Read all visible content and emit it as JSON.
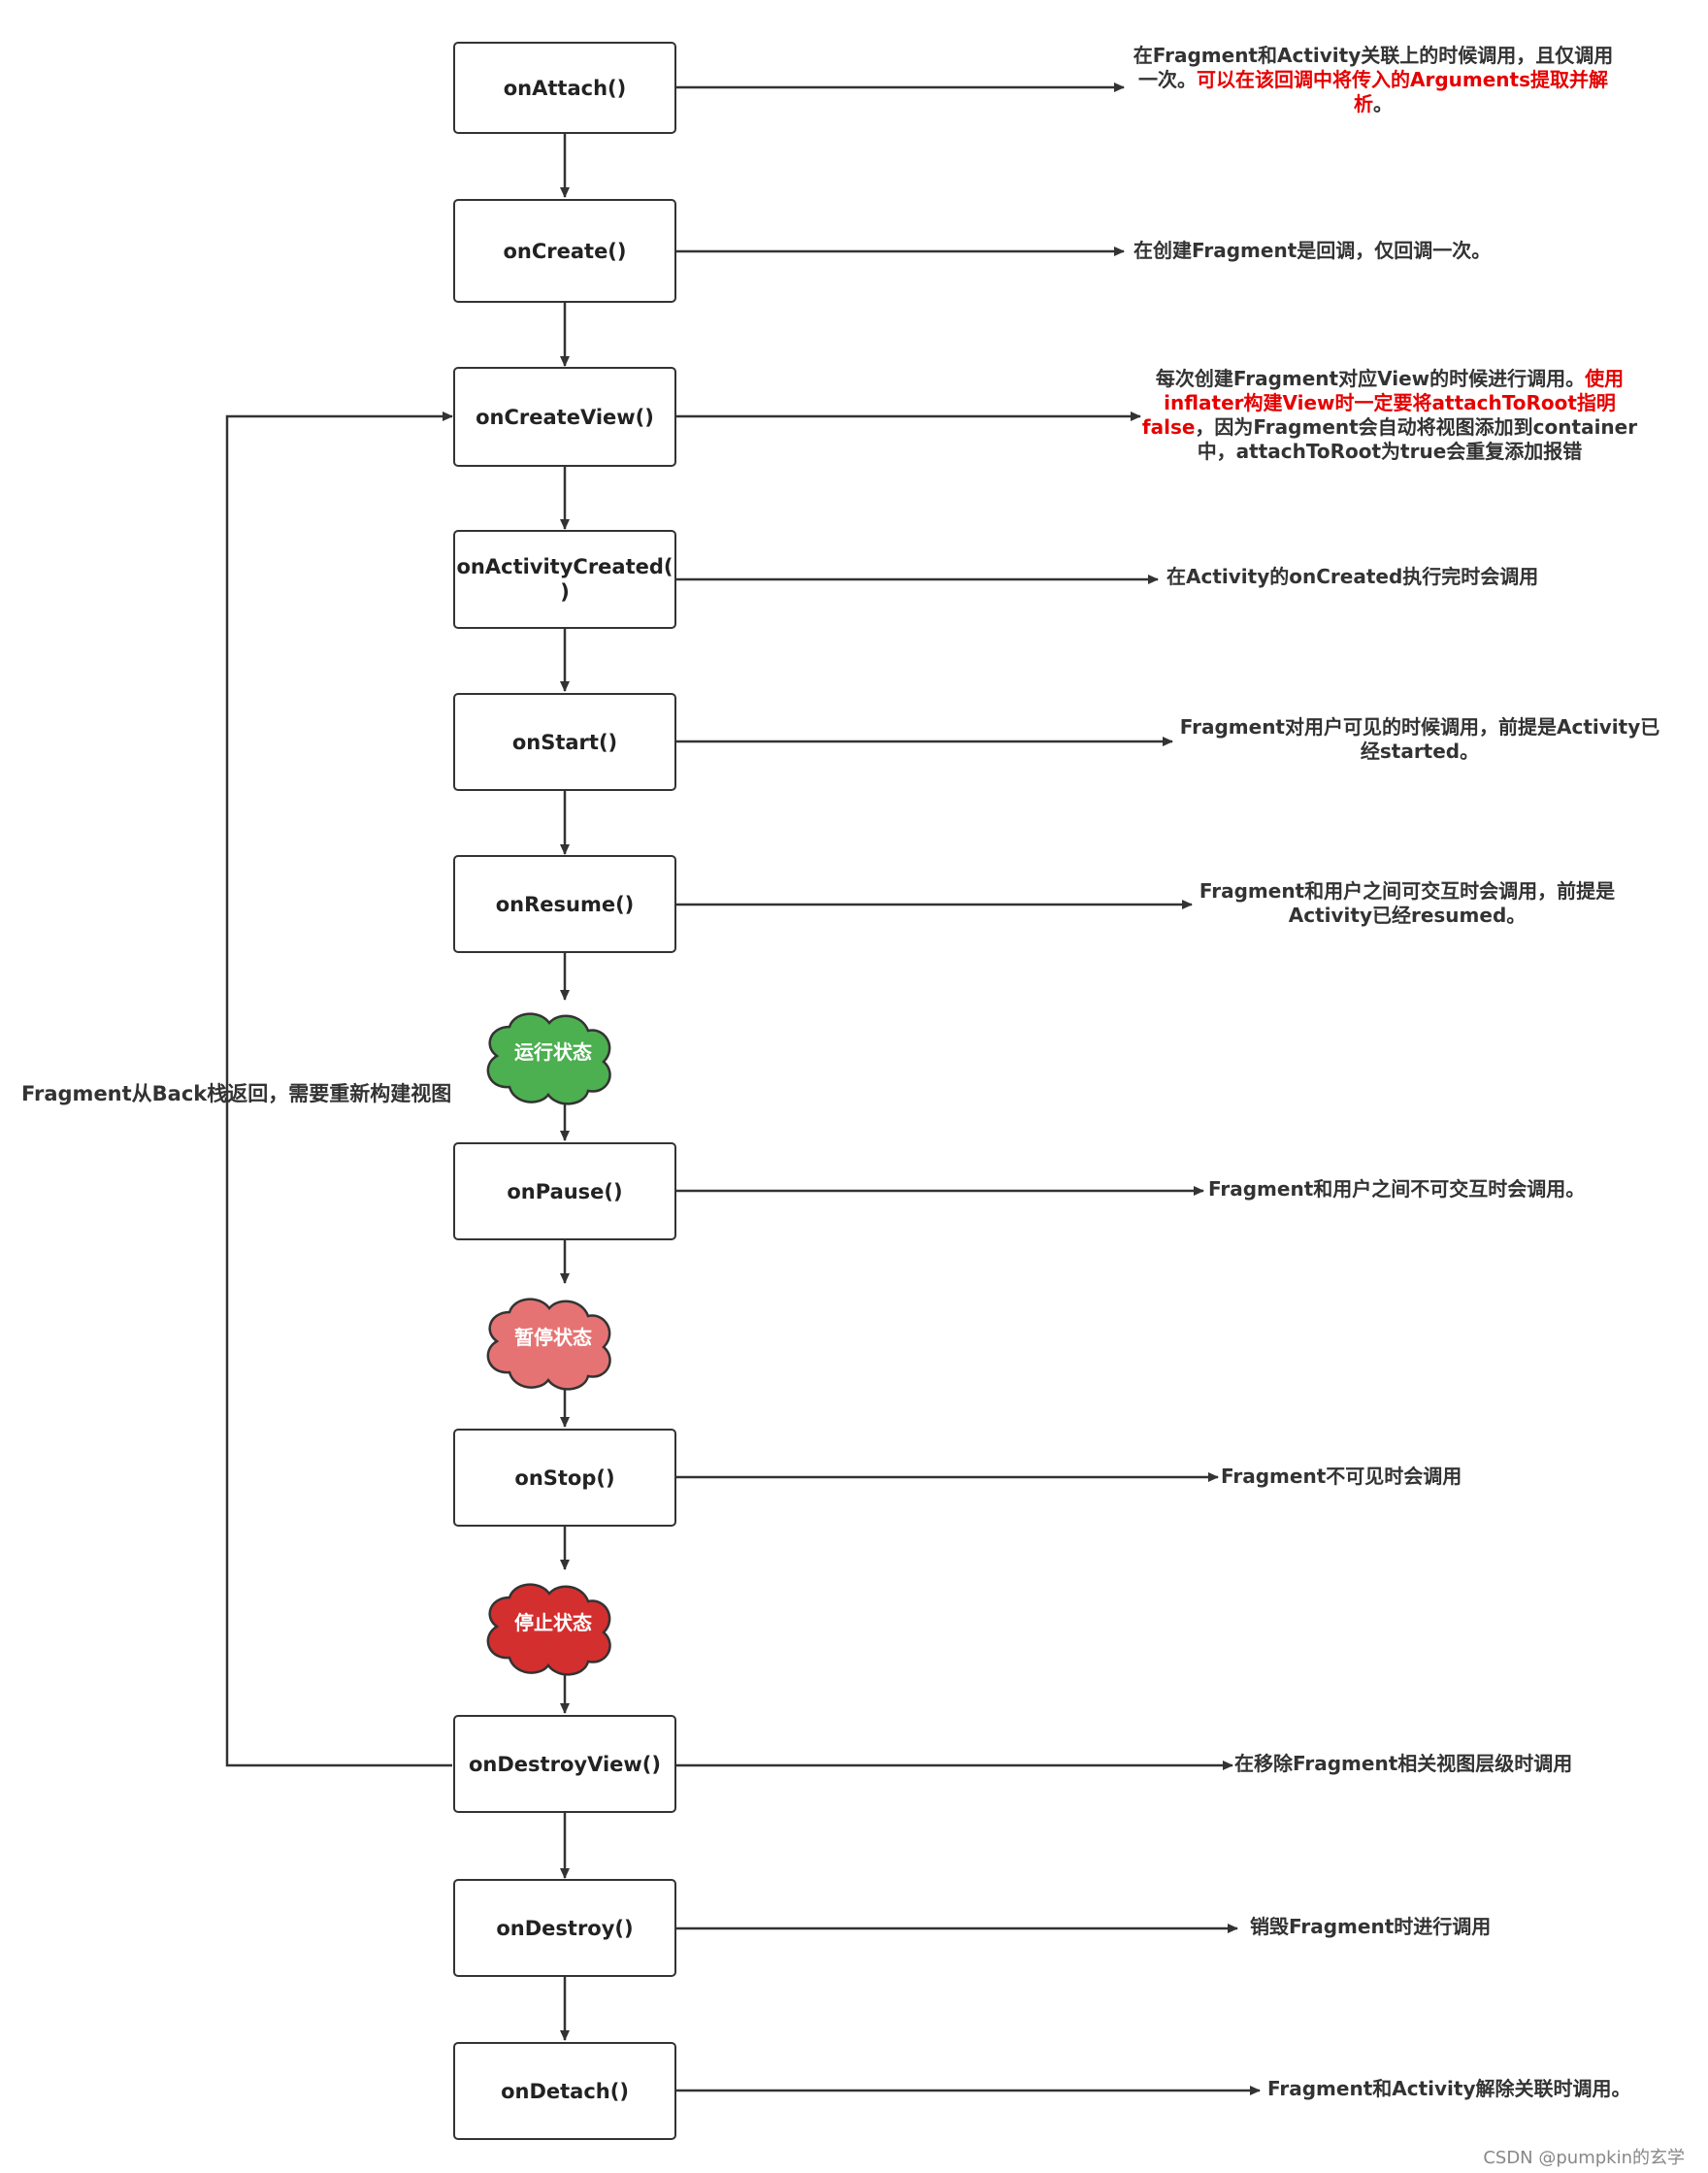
{
  "nodes": [
    {
      "id": "onAttach",
      "label": "onAttach()"
    },
    {
      "id": "onCreate",
      "label": "onCreate()"
    },
    {
      "id": "onCreateView",
      "label": "onCreateView()"
    },
    {
      "id": "onActivityCreated",
      "label": "onActivityCreated( )"
    },
    {
      "id": "onStart",
      "label": "onStart()"
    },
    {
      "id": "onResume",
      "label": "onResume()"
    },
    {
      "id": "onPause",
      "label": "onPause()"
    },
    {
      "id": "onStop",
      "label": "onStop()"
    },
    {
      "id": "onDestroyView",
      "label": "onDestroyView()"
    },
    {
      "id": "onDestroy",
      "label": "onDestroy()"
    },
    {
      "id": "onDetach",
      "label": "onDetach()"
    }
  ],
  "states": [
    {
      "label": "运行状态",
      "color": "#4caf50"
    },
    {
      "label": "暂停状态",
      "color": "#e57373"
    },
    {
      "label": "停止状态",
      "color": "#d32f2f"
    }
  ],
  "descriptions": {
    "onAttach": {
      "normal": "在Fragment和Activity关联上的时候调用，且仅调用一次。",
      "highlight": "可以在该回调中将传入的Arguments提取并解析",
      "tail": "。"
    },
    "onCreate": "在创建Fragment是回调，仅回调一次。",
    "onCreateView": {
      "normal": "每次创建Fragment对应View的时候进行调用。",
      "highlight": "使用inflater构建View时一定要将attachToRoot指明false",
      "tail": "，因为Fragment会自动将视图添加到container中，attachToRoot为true会重复添加报错"
    },
    "onActivityCreated": "在Activity的onCreated执行完时会调用",
    "onStart": "Fragment对用户可见的时候调用，前提是Activity已经started。",
    "onResume": "Fragment和用户之间可交互时会调用，前提是Activity已经resumed。",
    "onPause": "Fragment和用户之间不可交互时会调用。",
    "onStop": "Fragment不可见时会调用",
    "onDestroyView": "在移除Fragment相关视图层级时调用",
    "onDestroy": "销毁Fragment时进行调用",
    "onDetach": "Fragment和Activity解除关联时调用。"
  },
  "back_stack_label": "Fragment从Back栈返回，需要重新构建视图",
  "footer": "CSDN @pumpkin的玄学",
  "colors": {
    "line": "#333333",
    "highlight": "#e60000"
  }
}
